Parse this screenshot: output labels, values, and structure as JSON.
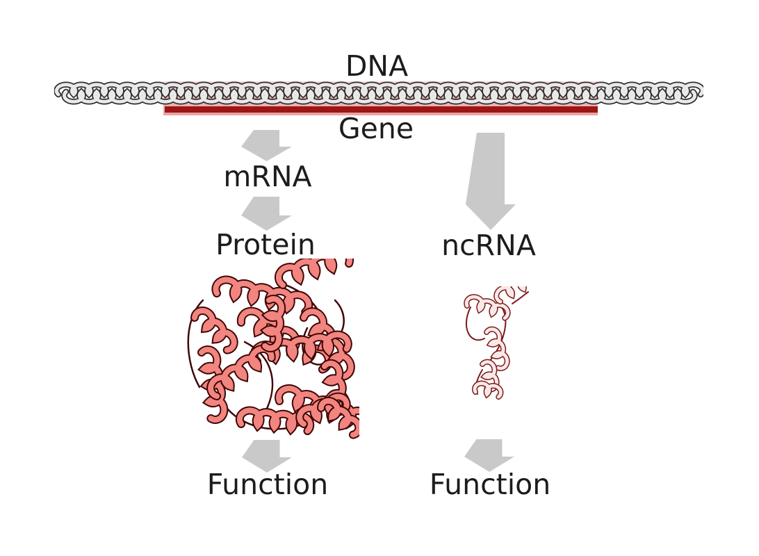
{
  "labels": {
    "dna": "DNA",
    "gene": "Gene",
    "mrna": "mRNA",
    "protein": "Protein",
    "ncrna": "ncRNA",
    "function_protein": "Function",
    "function_ncrna": "Function"
  },
  "colors": {
    "background": "#ffffff",
    "text": "#1c1c1c",
    "arrow": "#c9c9c9",
    "gene_highlight_top": "#f8d6d6",
    "gene_highlight_bottom": "#eba2a2",
    "gene_bar": "#9d1616",
    "dna_helix_dark": "#2e2e2e",
    "dna_helix_light": "#e9e9e9",
    "protein_outline": "#3f0606",
    "protein_fill": "#f2857f",
    "ncrna_outline": "#7c1a1a",
    "ncrna_fill": "#f9e8e8"
  }
}
